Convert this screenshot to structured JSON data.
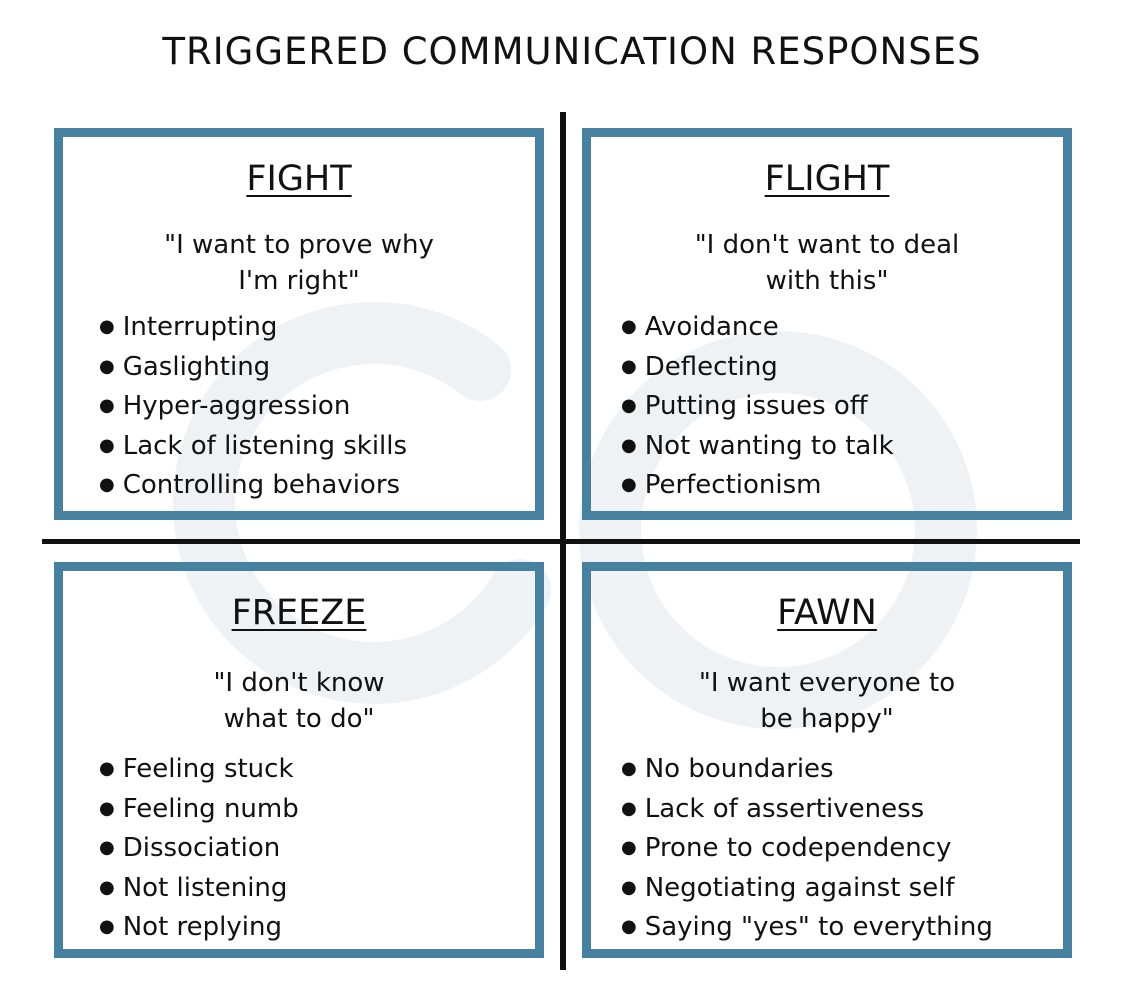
{
  "title": "TRIGGERED COMMUNICATION RESPONSES",
  "colors": {
    "box_border": "#4682a0",
    "axis": "#111111",
    "watermark": "#eef2f5",
    "text": "#111111"
  },
  "quadrants": [
    {
      "heading": "FIGHT",
      "quote_line1": "\"I want to prove why",
      "quote_line2": "I'm right\"",
      "items": [
        "Interrupting",
        "Gaslighting",
        "Hyper-aggression",
        "Lack of listening skills",
        "Controlling behaviors"
      ]
    },
    {
      "heading": "FLIGHT",
      "quote_line1": "\"I don't want to deal",
      "quote_line2": "with this\"",
      "items": [
        "Avoidance",
        "Deflecting",
        "Putting issues off",
        "Not wanting to talk",
        "Perfectionism"
      ]
    },
    {
      "heading": "FREEZE",
      "quote_line1": "\"I don't know",
      "quote_line2": "what to do\"",
      "items": [
        "Feeling stuck",
        "Feeling numb",
        "Dissociation",
        "Not listening",
        "Not replying"
      ]
    },
    {
      "heading": "FAWN",
      "quote_line1": "\"I want everyone to",
      "quote_line2": "be happy\"",
      "items": [
        "No boundaries",
        "Lack of assertiveness",
        "Prone to codependency",
        "Negotiating against self",
        "Saying \"yes\" to everything"
      ]
    }
  ]
}
